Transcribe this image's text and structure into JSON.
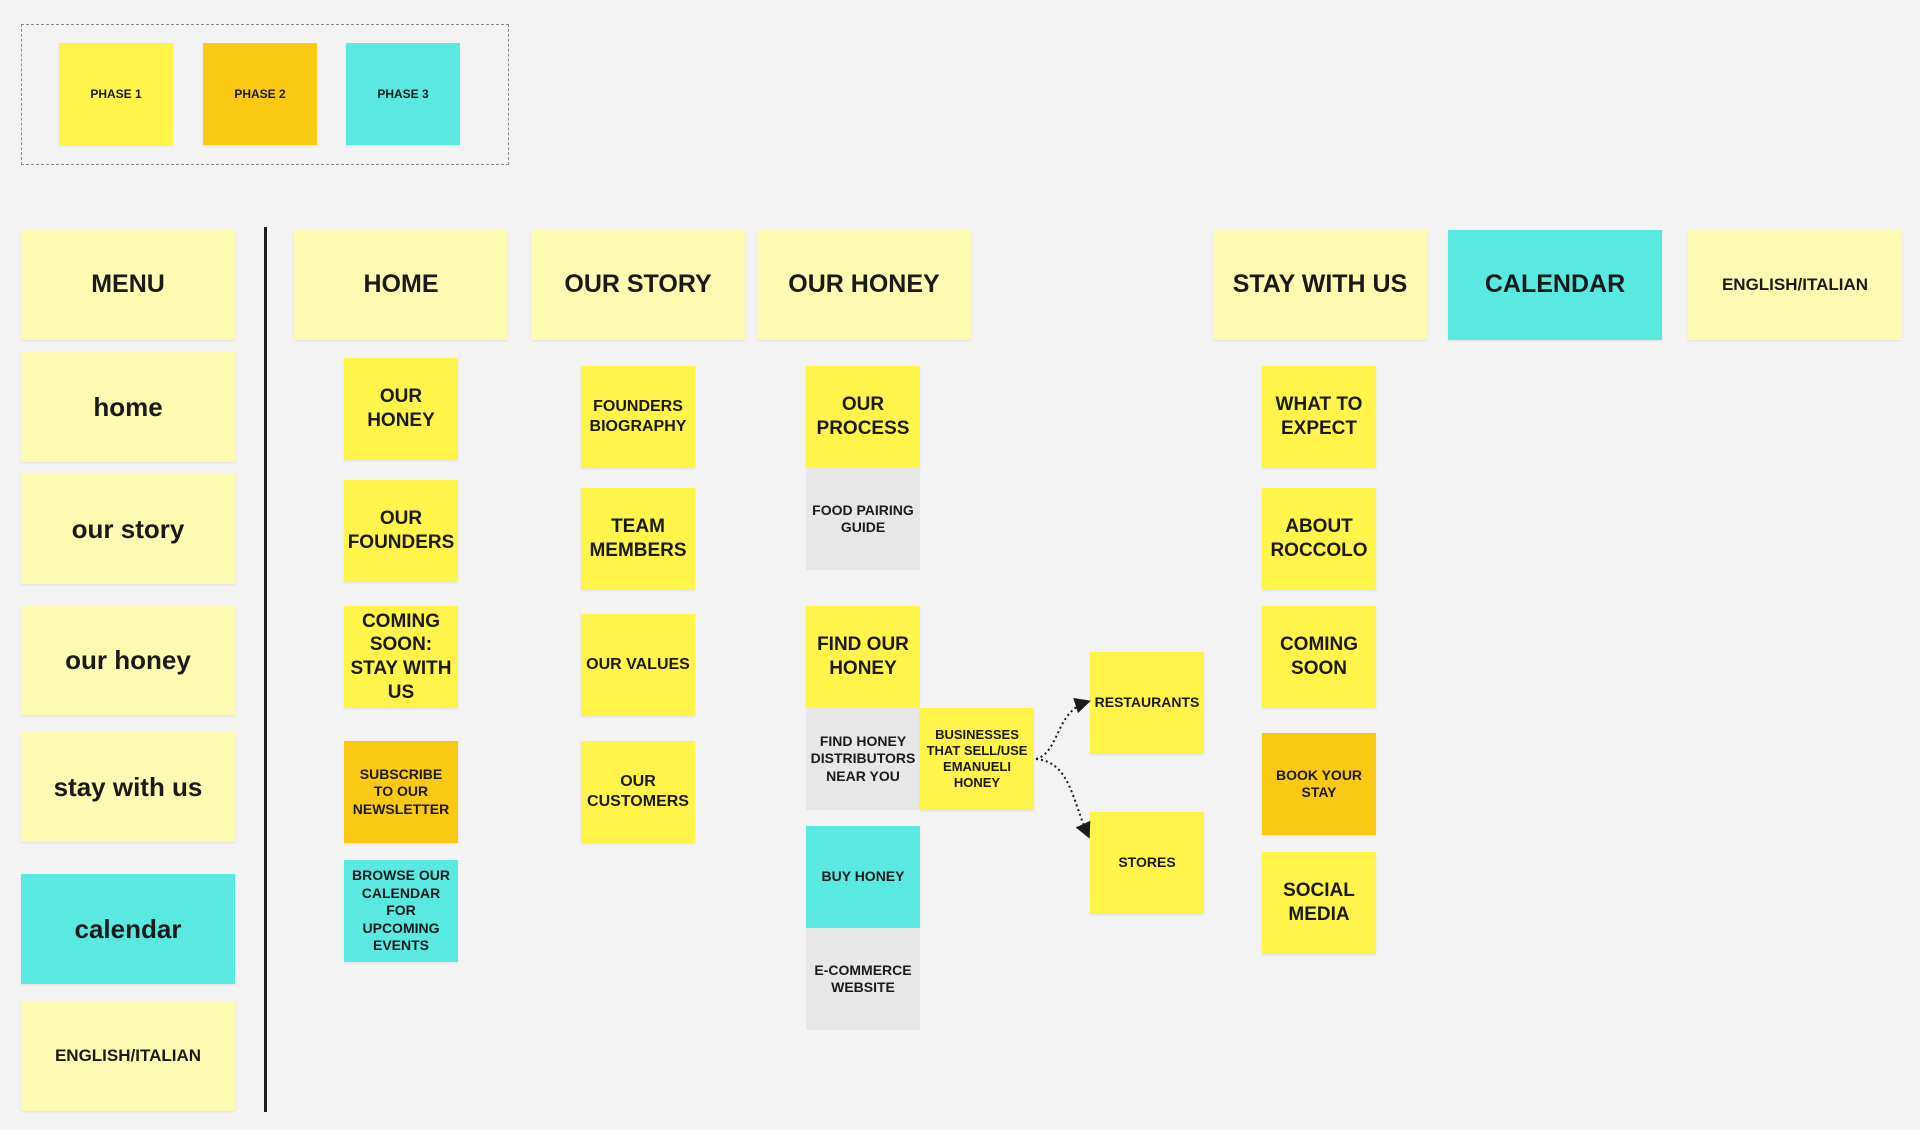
{
  "legend": {
    "phase1": "PHASE 1",
    "phase2": "PHASE 2",
    "phase3": "PHASE 3"
  },
  "menu": {
    "header": "MENU",
    "items": [
      "home",
      "our story",
      "our honey",
      "stay with us",
      "calendar",
      "ENGLISH/ITALIAN"
    ]
  },
  "columns": {
    "home": {
      "header": "HOME",
      "notes": [
        "OUR HONEY",
        "OUR FOUNDERS",
        "COMING SOON: STAY WITH US",
        "SUBSCRIBE TO OUR NEWSLETTER",
        "BROWSE OUR CALENDAR FOR UPCOMING EVENTS"
      ]
    },
    "our_story": {
      "header": "OUR STORY",
      "notes": [
        "FOUNDERS BIOGRAPHY",
        "TEAM MEMBERS",
        "OUR VALUES",
        "OUR CUSTOMERS"
      ]
    },
    "our_honey": {
      "header": "OUR HONEY",
      "our_process": "OUR PROCESS",
      "food_pairing": "FOOD PAIRING GUIDE",
      "find_our_honey": "FIND OUR HONEY",
      "find_distributors": "FIND HONEY DISTRIBUTORS NEAR YOU",
      "businesses": "BUSINESSES THAT SELL/USE EMANUELI HONEY",
      "buy_honey": "BUY HONEY",
      "ecommerce": "E-COMMERCE WEBSITE",
      "restaurants": "RESTAURANTS",
      "stores": "STORES"
    },
    "stay_with_us": {
      "header": "STAY WITH US",
      "notes": [
        "WHAT TO EXPECT",
        "ABOUT ROCCOLO",
        "COMING SOON",
        "BOOK YOUR STAY",
        "SOCIAL MEDIA"
      ]
    },
    "calendar": {
      "header": "CALENDAR"
    },
    "language": {
      "header": "ENGLISH/ITALIAN"
    }
  },
  "colors": {
    "phase1": "#fff44a",
    "phase2": "#fac914",
    "phase3": "#59e9e0",
    "header_pale": "#fffab2",
    "grey_note": "#e7e7e7",
    "background": "#f3f3f3"
  }
}
